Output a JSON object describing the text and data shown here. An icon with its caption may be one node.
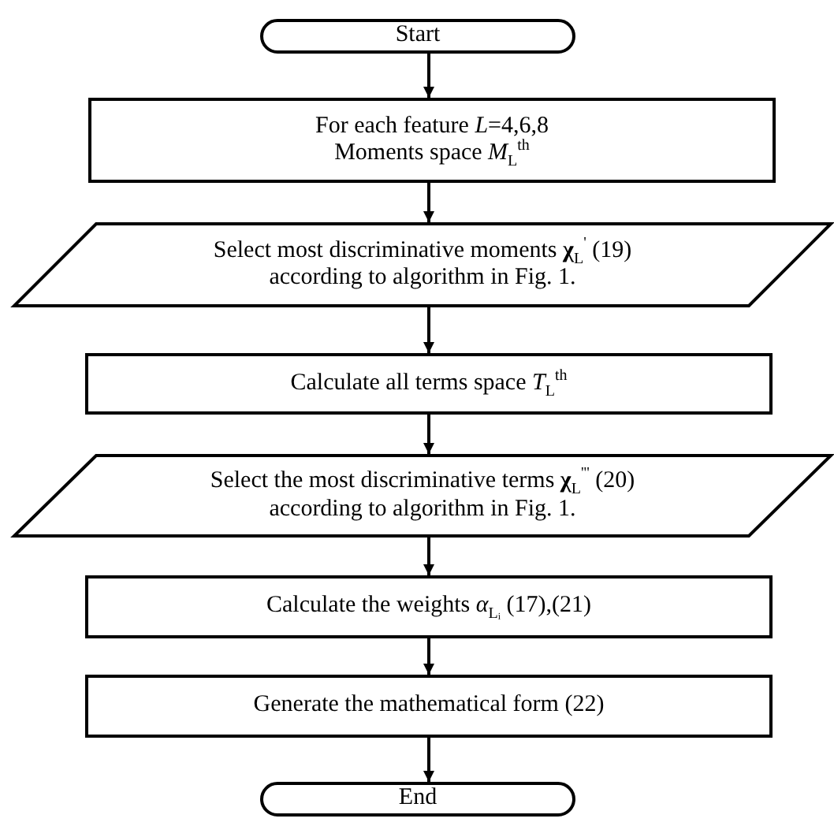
{
  "diagram": {
    "nodes": [
      {
        "text": [
          "Start"
        ]
      },
      {
        "text": [
          "For each feature *L*=4,6,8",
          "Moments space *M*$_{L}$$^{th}$"
        ]
      },
      {
        "text": [
          "Select most discriminative moments **χ**$_{L}$$^{'}$ (19) according to algorithm in Fig. 1."
        ]
      },
      {
        "text": [
          "Calculate all terms space *T*$_{L}$$^{th}$"
        ]
      },
      {
        "text": [
          "Select the most discriminative terms **χ**$_{L}$$^{'''}$ (20) according to algorithm in Fig. 1."
        ]
      },
      {
        "text": [
          "Calculate the weights *α*$_{Lᵢ}$ (17),(21)"
        ]
      },
      {
        "text": [
          "Generate the mathematical form (22)"
        ]
      },
      {
        "text": [
          "End"
        ]
      }
    ],
    "edges": [
      {
        "from": 0,
        "to": 1,
        "arrow": "to"
      },
      {
        "from": 1,
        "to": 2,
        "arrow": "to"
      },
      {
        "from": 2,
        "to": 3,
        "arrow": "to"
      },
      {
        "from": 3,
        "to": 4,
        "arrow": "to"
      },
      {
        "from": 4,
        "to": 5,
        "arrow": "to"
      },
      {
        "from": 5,
        "to": 6,
        "arrow": "to"
      },
      {
        "from": 6,
        "to": 7,
        "arrow": "to"
      }
    ]
  }
}
